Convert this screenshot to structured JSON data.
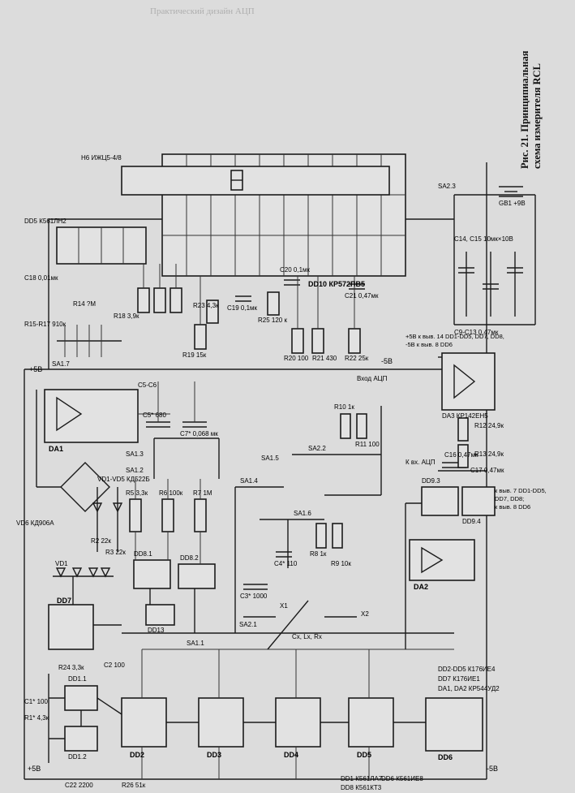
{
  "caption": {
    "line1": "Рис. 21. Принципиальная",
    "line2": "схема измерителя RCL"
  },
  "rails": {
    "plus5_top": "+5В",
    "minus5_bottom": "-5В",
    "plus5_left": "+5В",
    "minus5_left": "-5В"
  },
  "ics": {
    "dd1": "DD1.1",
    "dd1b": "DD1.2",
    "dd2": "DD2",
    "dd3": "DD3",
    "dd4": "DD4",
    "dd5": "DD5",
    "dd6": "DD6",
    "dd7": "DD7",
    "dd8": "DD8.1",
    "dd8b": "DD8.2",
    "dd9": "DD9.3",
    "dd9b": "DD9.4",
    "dd10": "DD10 КР572ПВ5",
    "dd13": "DD13",
    "da1": "DA1",
    "da2": "DA2",
    "da3": "DA3 КР142ЕН5",
    "h6": "H6 ИЖЦ5-4/8",
    "dd5b": "DD5 К561ЛН2"
  },
  "components": {
    "r26": "R26 51к",
    "c22": "C22 2200",
    "r24": "R24 3,3к",
    "c2": "C2 100",
    "c1": "C1* 100",
    "r1": "R1* 4,3к",
    "vd1": "VD1",
    "r2": "R2 22к",
    "vd6": "VD6 КД906А",
    "vd5": "VD1-VD5 КД522Б",
    "r3": "R3 22к",
    "r5": "R5 3,3к",
    "r6": "R6 100к",
    "r7": "R7 1М",
    "c3": "C3* 1000",
    "c4": "C4* 110",
    "r8": "R8 1к",
    "r9": "R9 10к",
    "r10": "R10 1к",
    "r11": "R11 100",
    "c5": "C5* 680",
    "c7": "C7* 0,068 мк",
    "c6": "C5-C6",
    "r12": "R12 24,9к",
    "r13": "R13 24,9к",
    "r19": "R19 15к",
    "r20": "R20 100",
    "r21": "R21 430",
    "r22": "R22 25к",
    "r23": "R23 4,3к",
    "r25": "R25 120 к",
    "c19": "C19 0,1мк",
    "c20": "C20 0,1мк",
    "c21": "C21 0,47мк",
    "c16": "C16 0,47мк",
    "c17": "C17 0,47мк",
    "c14": "C14, C15 10мк×10В",
    "c9": "C9-C13 0,47мк",
    "gb1": "GB1 +9В",
    "sa17": "SA1.7",
    "sa13": "SA1.3",
    "sa12": "SA1.2",
    "sa11": "SA1.1",
    "sa14": "SA1.4",
    "sa15": "SA1.5",
    "sa16": "SA1.6",
    "sa22": "SA2.2",
    "sa21": "SA2.1",
    "sa2": "SA2.3",
    "r15": "R15-R17 910к",
    "c18": "C18 0,01мк",
    "r18": "R18 3,9к",
    "rk": "R14 ?М"
  },
  "notes": {
    "n1": "DD1 К561ЛА7",
    "n2": "DD6 К561ИЕ8",
    "n3": "DD8 К561КТ3",
    "n4": "DD2-DD5 К176ИЕ4",
    "n5": "DD7 К176ИЕ1",
    "n6": "DA1, DA2 КР544УД2",
    "n7": "+5В к выв. 14 DD1-DD5, DD7, DD8,",
    "n8": "-5В к выв. 8 DD6",
    "n9": "к выв. 7 DD1-DD5,",
    "n10": "DD7, DD8;",
    "n11": "к выв. 8 DD6",
    "vx": "Вход АЦП",
    "kvx": "К вх. АЦП",
    "x1": "X1",
    "x2": "X2",
    "cl": "Сх, Lх, Rх"
  },
  "bleed_text": {
    "top": "Практический дизайн АЦП"
  }
}
